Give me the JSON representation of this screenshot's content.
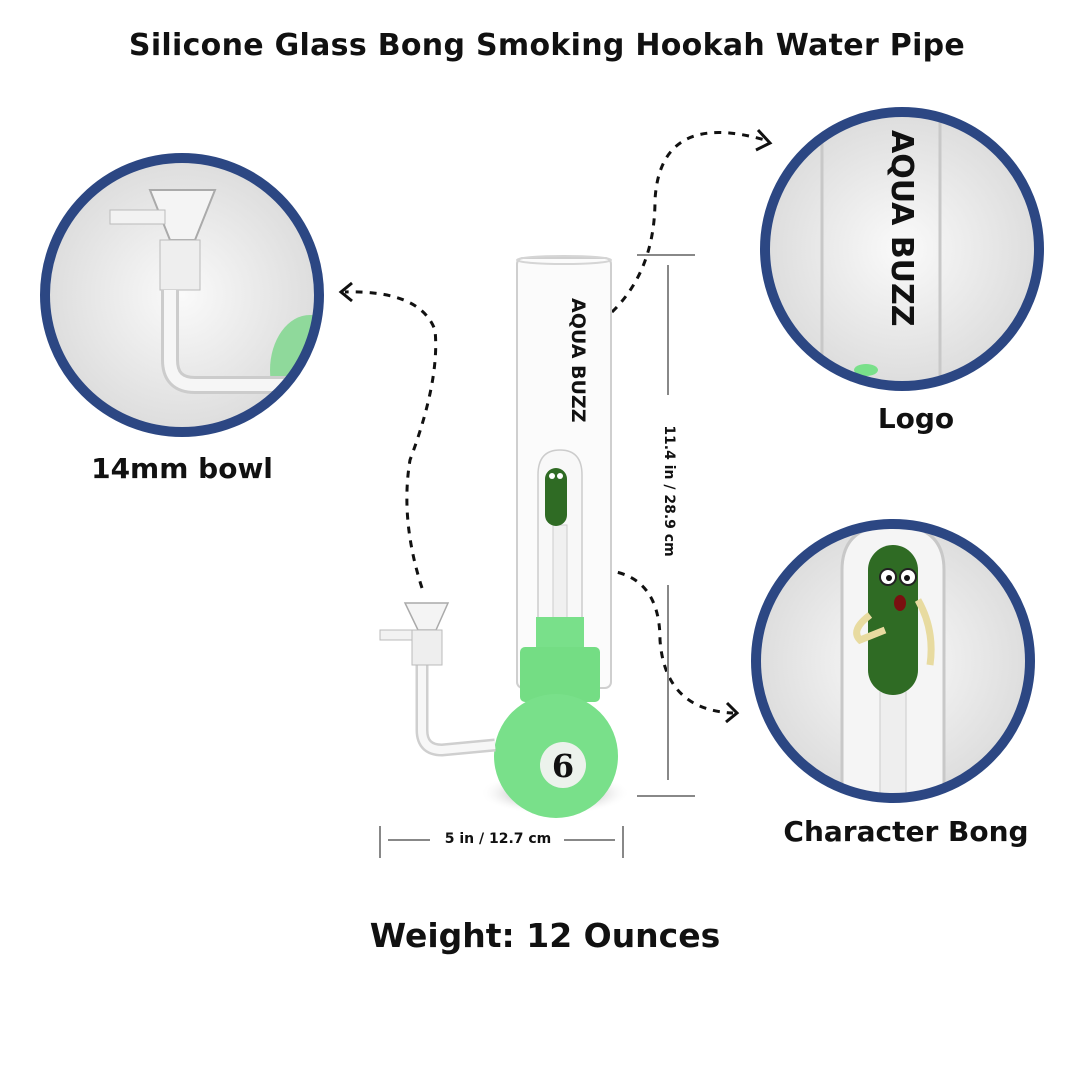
{
  "title": "Silicone Glass Bong Smoking Hookah Water Pipe",
  "callouts": {
    "bowl": "14mm bowl",
    "logo": "Logo",
    "character": "Character Bong"
  },
  "dimensions": {
    "height": "11.4 in / 28.9 cm",
    "width": "5 in / 12.7 cm"
  },
  "weight": "Weight: 12 Ounces",
  "product": {
    "brand": "AQUA BUZZ",
    "ball_number": "6"
  },
  "colors": {
    "circle_border": "#2c4783",
    "silicone": "#79e08a"
  }
}
